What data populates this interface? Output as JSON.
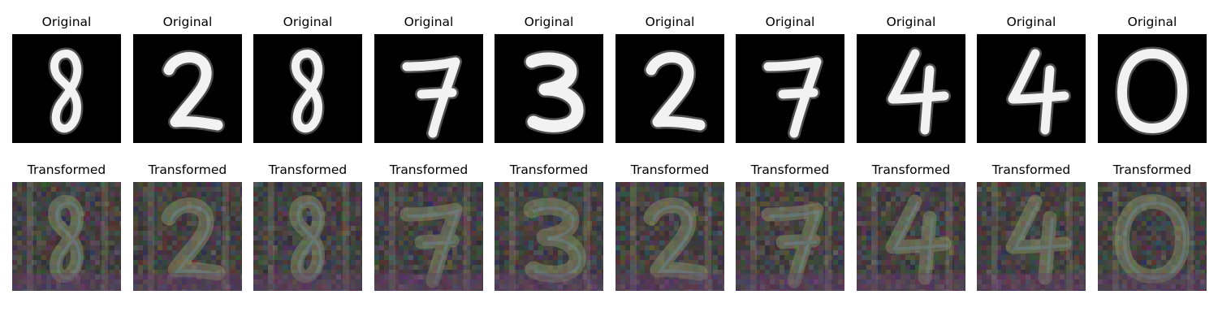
{
  "rows": [
    {
      "name": "original",
      "panels": [
        {
          "title": "Original",
          "digit": "8"
        },
        {
          "title": "Original",
          "digit": "2"
        },
        {
          "title": "Original",
          "digit": "8"
        },
        {
          "title": "Original",
          "digit": "7"
        },
        {
          "title": "Original",
          "digit": "3"
        },
        {
          "title": "Original",
          "digit": "2"
        },
        {
          "title": "Original",
          "digit": "7"
        },
        {
          "title": "Original",
          "digit": "4"
        },
        {
          "title": "Original",
          "digit": "4"
        },
        {
          "title": "Original",
          "digit": "0"
        }
      ]
    },
    {
      "name": "transformed",
      "panels": [
        {
          "title": "Transformed",
          "digit": "8"
        },
        {
          "title": "Transformed",
          "digit": "2"
        },
        {
          "title": "Transformed",
          "digit": "8"
        },
        {
          "title": "Transformed",
          "digit": "7"
        },
        {
          "title": "Transformed",
          "digit": "3"
        },
        {
          "title": "Transformed",
          "digit": "2"
        },
        {
          "title": "Transformed",
          "digit": "7"
        },
        {
          "title": "Transformed",
          "digit": "4"
        },
        {
          "title": "Transformed",
          "digit": "4"
        },
        {
          "title": "Transformed",
          "digit": "0"
        }
      ]
    }
  ],
  "colors": {
    "original_background": "#000000",
    "original_stroke": "#f2f2f2",
    "transformed_base": "#3a3a36"
  }
}
